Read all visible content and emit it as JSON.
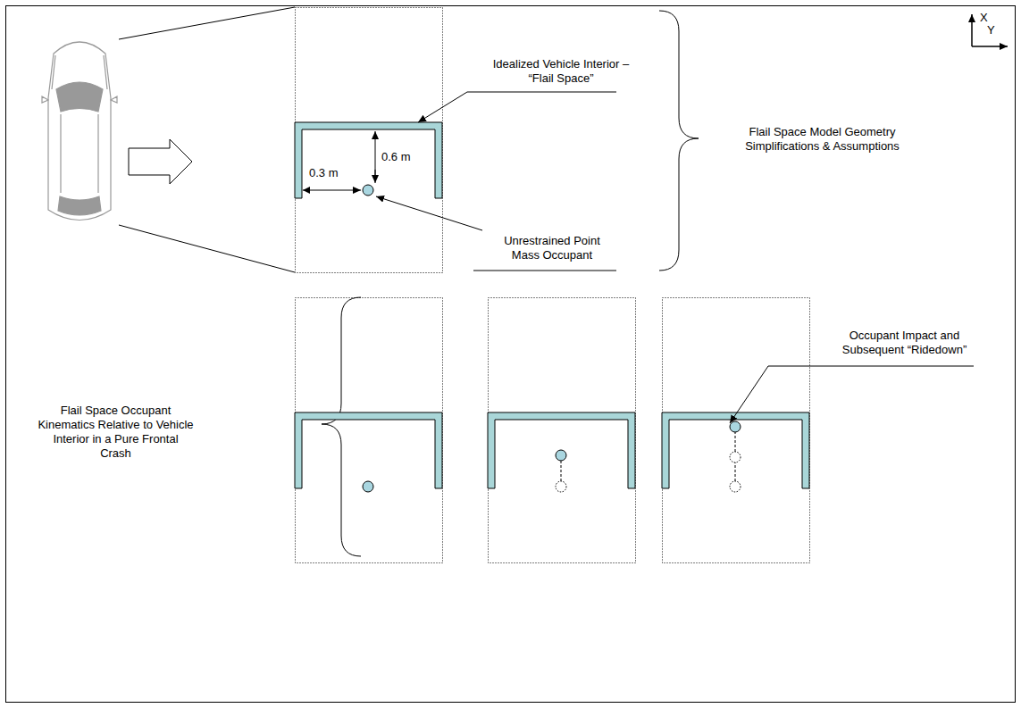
{
  "diagram": {
    "labels": [
      "Idealized Vehicle Interior – “Flail Space”",
      "0.6 m",
      "0.3 m",
      "Unrestrained Point Mass Occupant",
      "Flail Space Model Geometry Simplifications & Assumptions",
      "X",
      "Y",
      "Flail Space Occupant Kinematics Relative to Vehicle Interior in a Pure Frontal Crash",
      "Occupant Impact and Subsequent “Ridedown”"
    ]
  }
}
